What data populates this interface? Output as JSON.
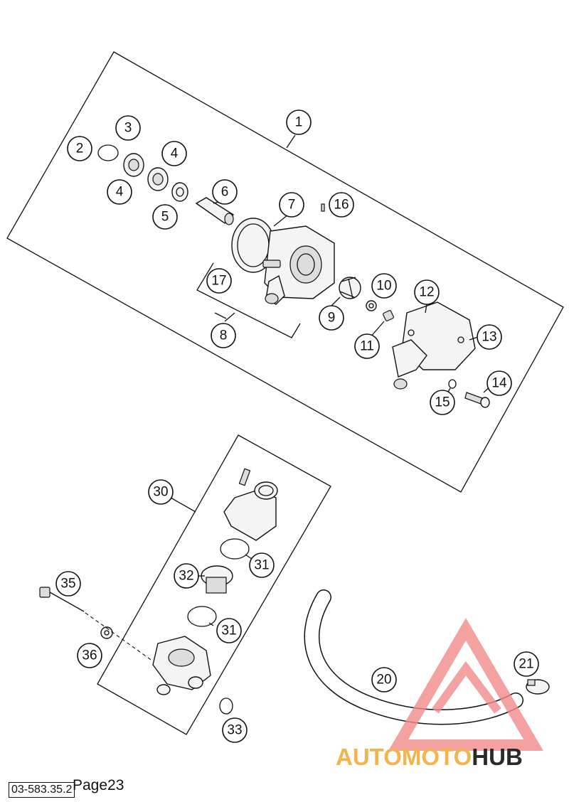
{
  "diagram": {
    "callouts": [
      "1",
      "2",
      "3",
      "4",
      "4",
      "5",
      "6",
      "7",
      "16",
      "17",
      "8",
      "9",
      "10",
      "11",
      "12",
      "13",
      "14",
      "15",
      "30",
      "31",
      "32",
      "31",
      "35",
      "36",
      "33",
      "20",
      "21"
    ]
  },
  "footer": {
    "code": "03-583.35.2",
    "page_label": "Page23"
  },
  "watermark": {
    "brand_prefix": "AUTOMOTO",
    "brand_suffix": "HUB",
    "colors": {
      "accent": "#f08a8a",
      "gold": "#f3b34d",
      "dark": "#2a2a2a"
    }
  }
}
